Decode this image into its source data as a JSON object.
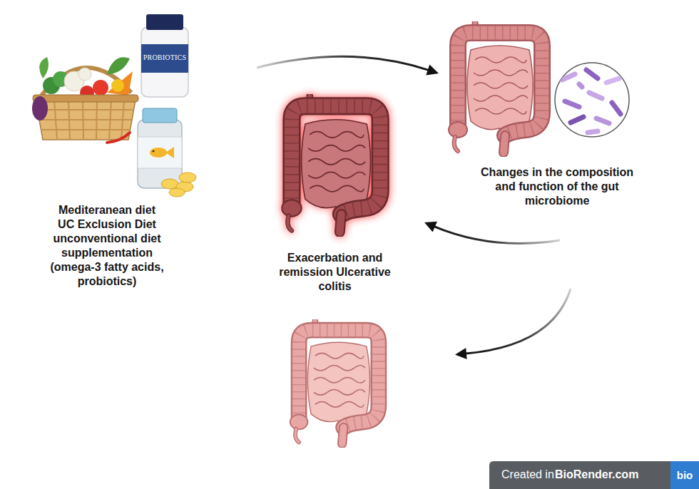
{
  "diagram": {
    "nodes": [
      {
        "text": [
          "Mediteranean diet UC Exclusion Diet unconventional diet supplementation (omega-3 fatty acids, probiotics)"
        ]
      },
      {
        "text": [
          "Changes in the composition and function of the gut microbiome"
        ]
      },
      {
        "text": [
          "Exacerbation and remission Ulcerative colitis"
        ]
      }
    ],
    "edges": [
      {
        "from": 0,
        "to": 1,
        "arrow": "to"
      },
      {
        "from": 1,
        "to": 2,
        "arrow": "to"
      }
    ],
    "labels": [
      "PROBIOTICS",
      "Created in",
      "BioRender.com",
      "bio"
    ]
  }
}
